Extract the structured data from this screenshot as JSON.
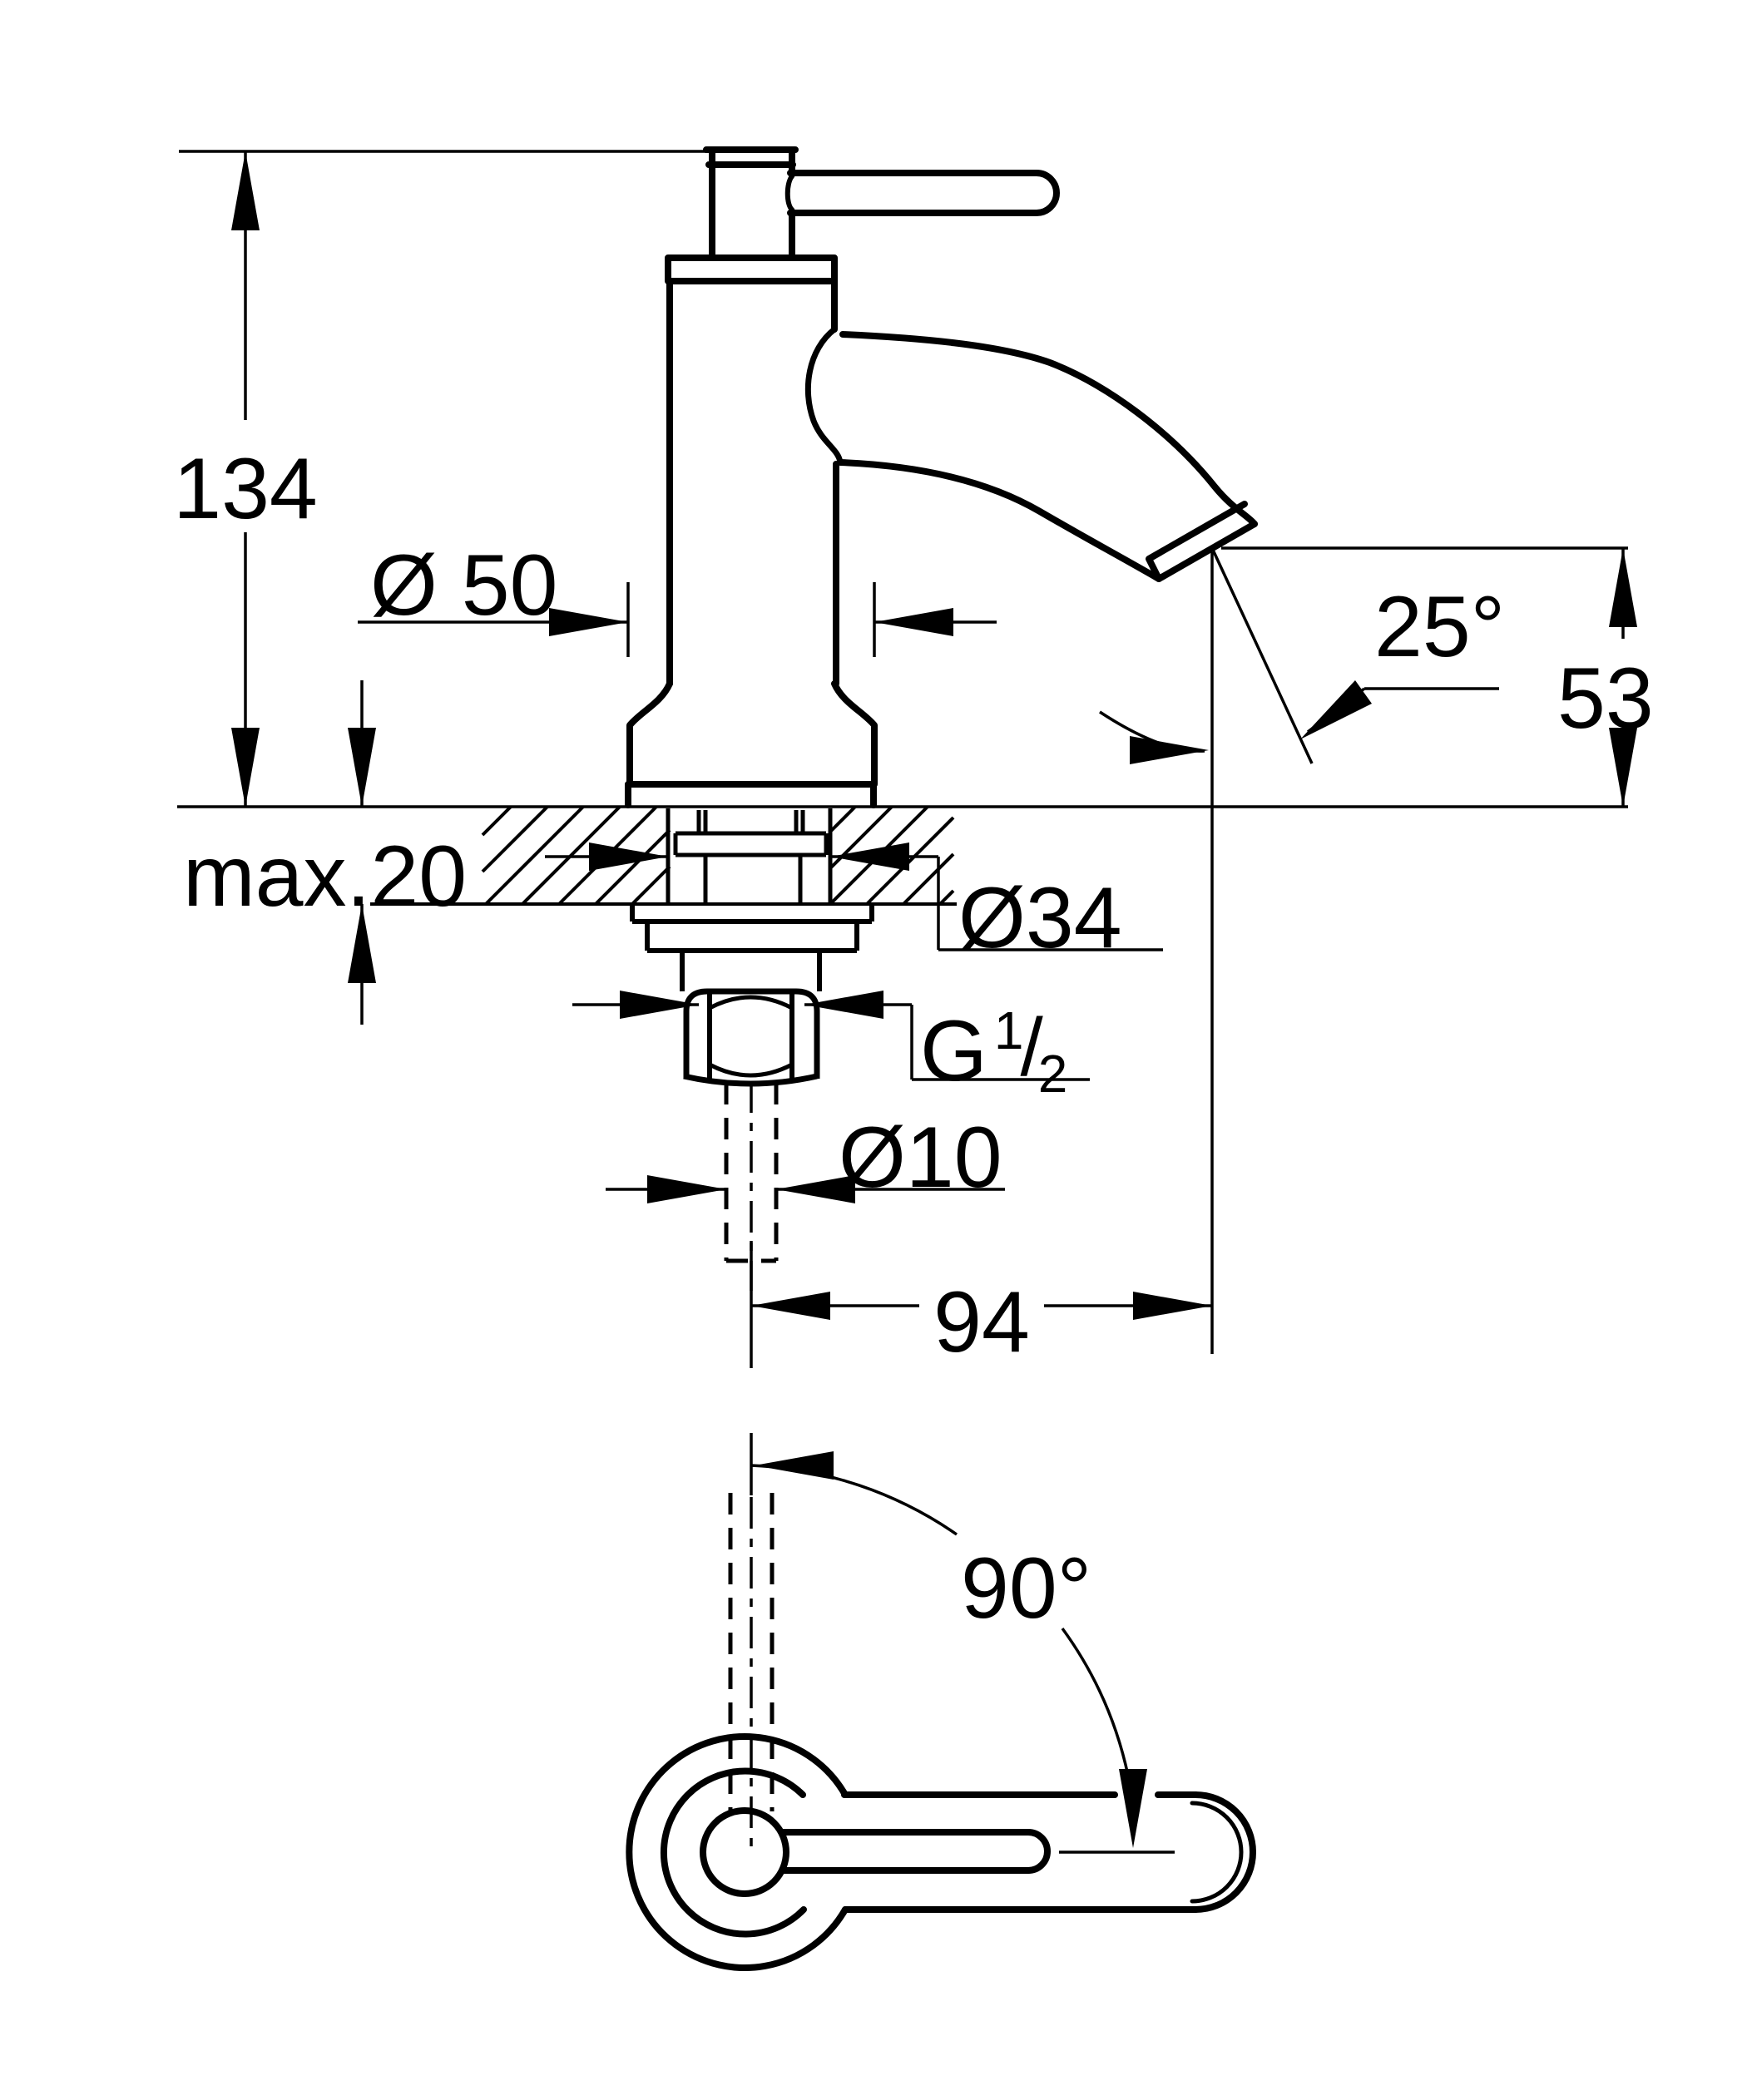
{
  "page": {
    "background": "#ffffff",
    "ink": "#000000",
    "views": {
      "front_view": "faucet front section view",
      "bottom_view": "faucet bottom view"
    }
  },
  "dimensions": {
    "total_height": {
      "label": "134"
    },
    "base_diameter": {
      "label": "Ø 50"
    },
    "spout_angle": {
      "label": "25°"
    },
    "spout_height": {
      "label": "53"
    },
    "deck_thickness": {
      "label": "max.20"
    },
    "hole_diameter": {
      "label": "Ø34"
    },
    "thread": {
      "prefix": "G",
      "numerator": "1",
      "slash": "/",
      "denominator": "2"
    },
    "supply_pipe_diameter": {
      "label": "Ø10"
    },
    "spout_reach": {
      "label": "94"
    },
    "handle_rotation": {
      "label": "90°"
    }
  }
}
